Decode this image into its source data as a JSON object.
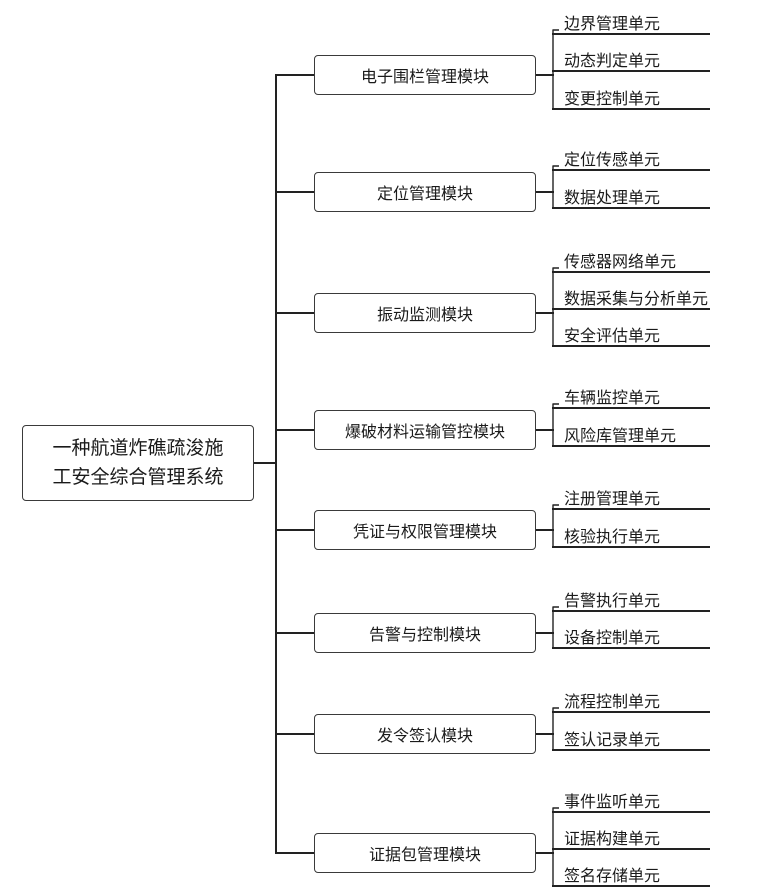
{
  "root": {
    "line1": "一种航道炸礁疏浚施",
    "line2": "工安全综合管理系统"
  },
  "modules": [
    {
      "label": "电子围栏管理模块",
      "units": [
        "边界管理单元",
        "动态判定单元",
        "变更控制单元"
      ]
    },
    {
      "label": "定位管理模块",
      "units": [
        "定位传感单元",
        "数据处理单元"
      ]
    },
    {
      "label": "振动监测模块",
      "units": [
        "传感器网络单元",
        "数据采集与分析单元",
        "安全评估单元"
      ]
    },
    {
      "label": "爆破材料运输管控模块",
      "units": [
        "车辆监控单元",
        "风险库管理单元"
      ]
    },
    {
      "label": "凭证与权限管理模块",
      "units": [
        "注册管理单元",
        "核验执行单元"
      ]
    },
    {
      "label": "告警与控制模块",
      "units": [
        "告警执行单元",
        "设备控制单元"
      ]
    },
    {
      "label": "发令签认模块",
      "units": [
        "流程控制单元",
        "签认记录单元"
      ]
    },
    {
      "label": "证据包管理模块",
      "units": [
        "事件监听单元",
        "证据构建单元",
        "签名存储单元"
      ]
    }
  ]
}
